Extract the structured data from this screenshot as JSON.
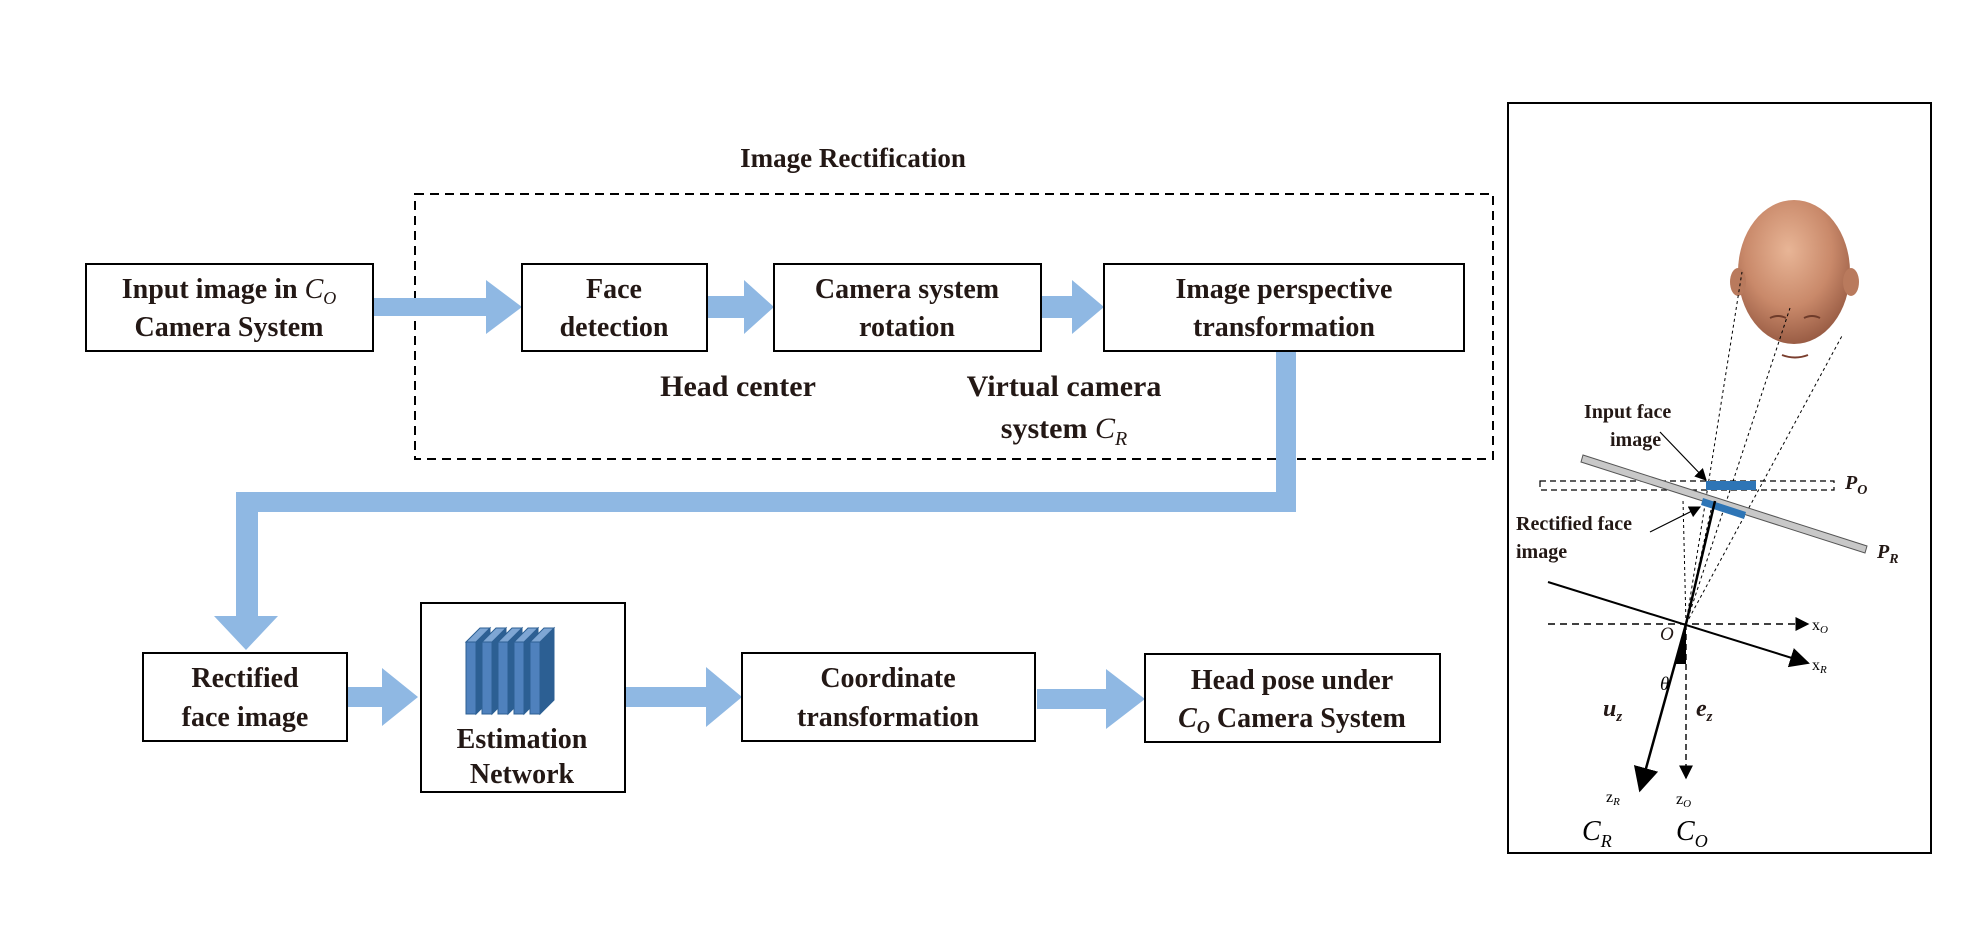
{
  "section_title": "Image Rectification",
  "boxes": {
    "input": {
      "line1": "Input image in ",
      "line1_sym": "C",
      "line1_sub": "O",
      "line2": "Camera System"
    },
    "face_detection": {
      "line1": "Face",
      "line2": "detection"
    },
    "camera_rotation": {
      "line1": "Camera system",
      "line2": "rotation"
    },
    "perspective": {
      "line1": "Image perspective",
      "line2": "transformation"
    },
    "rectified": {
      "line1": "Rectified",
      "line2": "face image"
    },
    "network": {
      "line1": "Estimation",
      "line2": "Network"
    },
    "coordinate": {
      "line1": "Coordinate",
      "line2": "transformation"
    },
    "head_pose": {
      "line1": "Head pose under",
      "line2_sym": "C",
      "line2_sub": "O",
      "line2": " Camera System"
    }
  },
  "notes": {
    "head_center": "Head center",
    "virtual_camera_line1": "Virtual camera",
    "virtual_camera_line2": "system ",
    "virtual_camera_sym": "C",
    "virtual_camera_sub": "R"
  },
  "geometry_panel": {
    "input_face_line1": "Input face",
    "input_face_line2": "image",
    "rectified_face_line1": "Rectified face",
    "rectified_face_line2": "image",
    "po_sym": "P",
    "po_sub": "O",
    "pr_sym": "P",
    "pr_sub": "R",
    "origin": "O",
    "xo_sym": "x",
    "xo_sub": "O",
    "xr_sym": "x",
    "xr_sub": "R",
    "zr_sym": "z",
    "zr_sub": "R",
    "zo_sym": "z",
    "zo_sub": "O",
    "uz_sym": "u",
    "uz_sub": "z",
    "ez_sym": "e",
    "ez_sub": "z",
    "theta": "θ",
    "cr_sym": "C",
    "cr_sub": "R",
    "co_sym": "C",
    "co_sub": "O"
  },
  "colors": {
    "arrow": "#8fb8e3",
    "layer_fill": "#4f81bd",
    "layer_dark": "#2c5f93",
    "plane_blue": "#2e75b6",
    "head_skin": "#c9896a"
  }
}
